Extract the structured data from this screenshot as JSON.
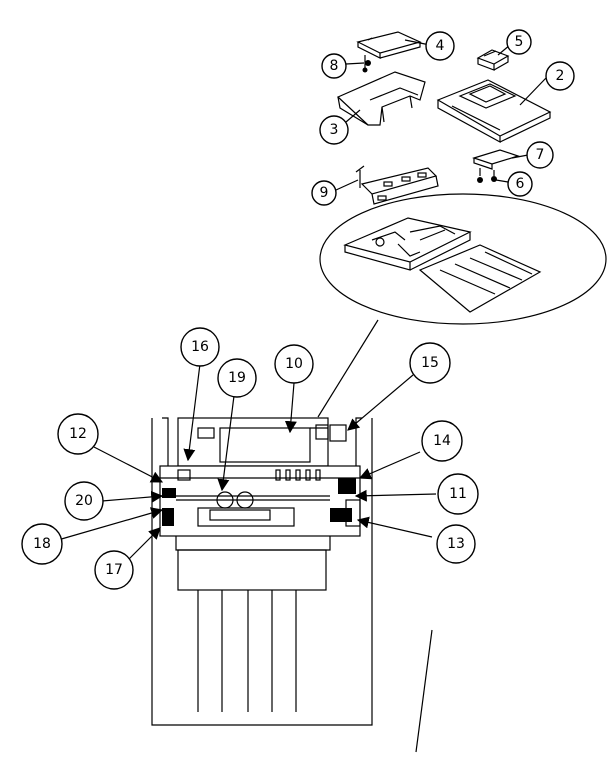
{
  "callouts": [
    {
      "id": "c2",
      "label": "2"
    },
    {
      "id": "c3",
      "label": "3"
    },
    {
      "id": "c4",
      "label": "4"
    },
    {
      "id": "c5",
      "label": "5"
    },
    {
      "id": "c6",
      "label": "6"
    },
    {
      "id": "c7",
      "label": "7"
    },
    {
      "id": "c8",
      "label": "8"
    },
    {
      "id": "c9",
      "label": "9"
    },
    {
      "id": "c10",
      "label": "10"
    },
    {
      "id": "c11",
      "label": "11"
    },
    {
      "id": "c12",
      "label": "12"
    },
    {
      "id": "c13",
      "label": "13"
    },
    {
      "id": "c14",
      "label": "14"
    },
    {
      "id": "c15",
      "label": "15"
    },
    {
      "id": "c16",
      "label": "16"
    },
    {
      "id": "c17",
      "label": "17"
    },
    {
      "id": "c18",
      "label": "18"
    },
    {
      "id": "c19",
      "label": "19"
    },
    {
      "id": "c20",
      "label": "20"
    }
  ]
}
